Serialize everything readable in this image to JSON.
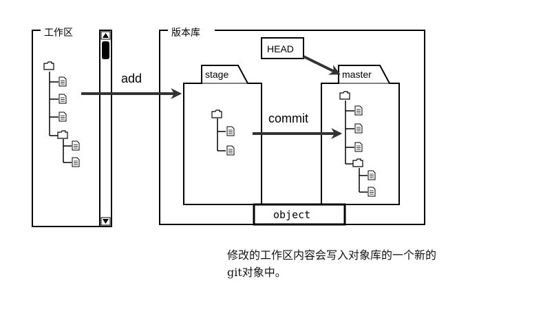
{
  "workspace": {
    "label": "工作区"
  },
  "repository": {
    "label": "版本库",
    "object_label": "object"
  },
  "stage": {
    "label": "stage"
  },
  "master": {
    "label": "master"
  },
  "head": {
    "label": "HEAD"
  },
  "arrows": {
    "add_label": "add",
    "commit_label": "commit"
  },
  "caption": {
    "line1": "修改的工作区内容会写入对象库的一个新的",
    "line2": "git对象中。"
  },
  "icons": {
    "folder": "folder-icon",
    "file": "file-icon",
    "scroll_up": "scroll-up-arrow-icon",
    "scroll_down": "scroll-down-arrow-icon"
  },
  "colors": {
    "stroke": "#000000",
    "arrow": "#333333",
    "background": "#ffffff"
  }
}
